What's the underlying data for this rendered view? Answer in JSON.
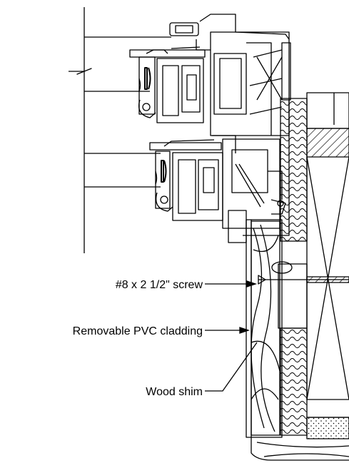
{
  "callouts": [
    {
      "id": "screw",
      "label": "#8 x 2 1/2\" screw"
    },
    {
      "id": "cladding",
      "label": "Removable PVC cladding"
    },
    {
      "id": "shim",
      "label": "Wood shim"
    }
  ],
  "colors": {
    "line": "#000000",
    "hatch": "#000000",
    "background": "#ffffff"
  }
}
